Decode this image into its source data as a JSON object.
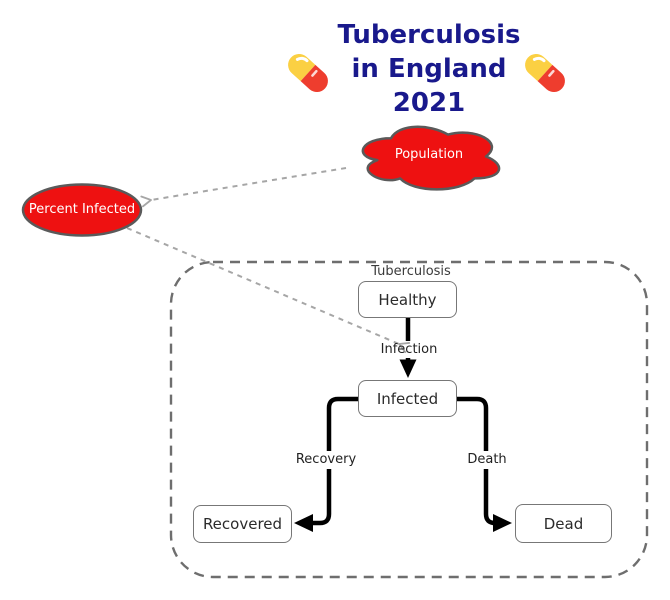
{
  "title": {
    "lines": [
      "Tuberculosis",
      "in England",
      "2021"
    ]
  },
  "decorations": {
    "left_icon": "pill-icon",
    "right_icon": "pill-icon"
  },
  "flow": {
    "population": {
      "label": "Population"
    },
    "percent_infected": {
      "label": "Percent Infected"
    },
    "container": {
      "label": "Tuberculosis"
    },
    "nodes": {
      "healthy": {
        "label": "Healthy"
      },
      "infected": {
        "label": "Infected"
      },
      "recovered": {
        "label": "Recovered"
      },
      "dead": {
        "label": "Dead"
      }
    },
    "edges": {
      "infection": {
        "label": "Infection"
      },
      "recovery": {
        "label": "Recovery"
      },
      "death": {
        "label": "Death"
      }
    }
  },
  "colors": {
    "title_text": "#19198c",
    "shape_fill_red": "#ee1111",
    "shape_stroke_gray": "#5a5a5a",
    "shape_text_white": "#ffffff",
    "dashed_connector_gray": "#a6a6a6",
    "container_dash_gray": "#6e6e6e",
    "solid_connector_black": "#000000",
    "node_border_gray": "#777777",
    "pill_yellow": "#fbd043",
    "pill_red": "#ee3d2e"
  }
}
